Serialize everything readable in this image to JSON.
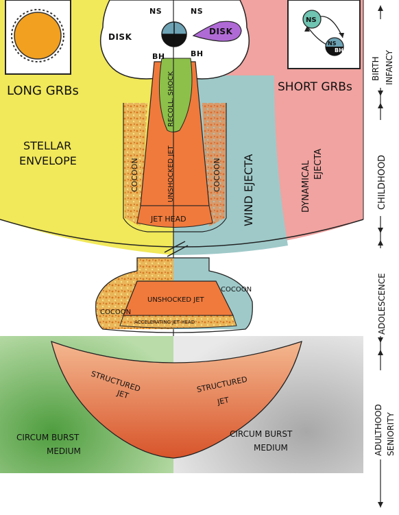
{
  "labels": {
    "ns_left": "NS",
    "ns_right": "NS",
    "bh_left": "BH",
    "bh_right": "BH",
    "disk_left": "DISK",
    "disk_right": "DISK",
    "long_grbs": "LONG GRBs",
    "short_grbs": "SHORT GRBs",
    "stellar": "STELLAR",
    "envelope": "ENVELOPE",
    "recoll_shock": "RECOLL. SHOCK",
    "unshocked_jet_vertical": "UNSHOCKED JET",
    "cocoon_left": "COCOON",
    "cocoon_right": "COCOON",
    "jet_head": "JET HEAD",
    "wind_ejecta": "WIND EJECTA",
    "dynamical": "DYNAMICAL",
    "ejecta": "EJECTA",
    "unshocked_jet_mid": "UNSHOCKED JET",
    "cocoon_mid_left": "COCOON",
    "cocoon_mid_right": "COCOON",
    "accelerating_jet_head": "ACCELERATING JET HEAD",
    "structured_left_1": "STRUCTURED",
    "structured_left_2": "JET",
    "structured_right_1": "STRUCTURED",
    "structured_right_2": "JET",
    "cbm_left_1": "CIRCUM BURST",
    "cbm_left_2": "MEDIUM",
    "cbm_right_1": "CIRCUM BURST",
    "cbm_right_2": "MEDIUM",
    "inset_ns": "NS",
    "inset_nsbh_ns": "NS",
    "inset_nsbh_bh": "BH"
  },
  "stages": {
    "birth": "BIRTH",
    "infancy": "INFANCY",
    "childhood": "CHILDHOOD",
    "adolescence": "ADOLESCENCE",
    "adulthood": "ADULTHOOD",
    "seniority": "SENIORITY"
  },
  "colors": {
    "stellar_envelope": "#f1e85a",
    "short_grb_region": "#f0a3a0",
    "wind_ejecta": "#9fc9c9",
    "jet": "#f07a3c",
    "recollimation": "#8cc04a",
    "cocoon": "#e9a640",
    "disk_purple": "#b06ad6",
    "sun": "#f2a020",
    "cbm_green": "#6ab055",
    "cbm_grey": "#c8c8c8",
    "structured_jet": "#e06a3a"
  },
  "icons": {
    "sun": "sun-icon",
    "binary": "binary-orbit-icon"
  }
}
